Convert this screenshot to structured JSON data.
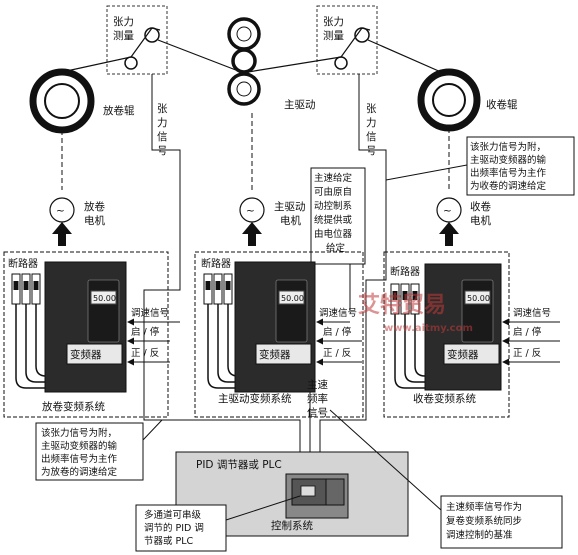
{
  "tension_units": {
    "left": [
      "张力",
      "测量"
    ],
    "right": [
      "张力",
      "测量"
    ]
  },
  "rolls": {
    "unwind": "放卷辊",
    "main": "主驱动",
    "rewind": "收卷辊"
  },
  "tension_signal": {
    "left": [
      "张",
      "力",
      "信",
      "号"
    ],
    "right": [
      "张",
      "力",
      "信",
      "号"
    ]
  },
  "motors": {
    "unwind": [
      "放卷",
      "电机"
    ],
    "main": [
      "主驱动",
      "电机"
    ],
    "rewind": [
      "收卷",
      "电机"
    ]
  },
  "motor_symbol": "~",
  "device": {
    "breaker": "断路器",
    "inverter": "变频器",
    "display": "50.00",
    "speed_signal": "调速信号",
    "start_stop": "启 / 停",
    "fwd_rev": "正 / 反"
  },
  "systems": {
    "unwind": "放卷变频系统",
    "main": "主驱动变频系统",
    "rewind": "收卷变频系统"
  },
  "notes": {
    "main_speed_source": [
      "主速给定",
      "可由原自",
      "动控制系",
      "统提供或",
      "由电位器",
      "给定"
    ],
    "rewind_note": [
      "该张力信号为附，",
      "主驱动变频器的输",
      "出频率信号为主作",
      "为收卷的调速给定"
    ],
    "unwind_note": [
      "该张力信号为附，",
      "主驱动变频器的输",
      "出频率信号为主作",
      "为放卷的调速给定"
    ],
    "main_freq_signal": [
      "主速",
      "频率",
      "信号"
    ],
    "sync_note": [
      "主速频率信号作为",
      "复卷变频系统同步",
      "调速控制的基准"
    ],
    "pid_note": [
      "多通道可串级",
      "调节的 PID 调",
      "节器或 PLC"
    ]
  },
  "control": {
    "title": "PID 调节器或 PLC",
    "system": "控制系统"
  },
  "watermark": {
    "brand": "艾特贸易",
    "url": "www.aitmy.com"
  }
}
